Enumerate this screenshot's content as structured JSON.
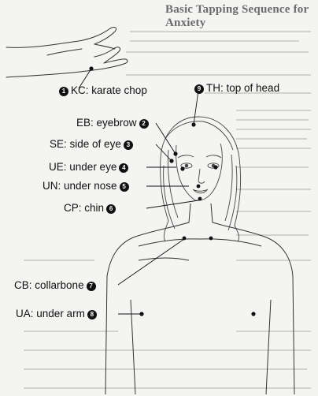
{
  "title": "Basic Tapping Sequence for Anxiety",
  "points": [
    {
      "num": "1",
      "code": "KC",
      "text": "karate chop"
    },
    {
      "num": "9",
      "code": "TH",
      "text": "top of head"
    },
    {
      "num": "2",
      "code": "EB",
      "text": "eyebrow"
    },
    {
      "num": "3",
      "code": "SE",
      "text": "side of eye"
    },
    {
      "num": "4",
      "code": "UE",
      "text": "under eye"
    },
    {
      "num": "5",
      "code": "UN",
      "text": "under nose"
    },
    {
      "num": "6",
      "code": "CP",
      "text": "chin"
    },
    {
      "num": "7",
      "code": "CB",
      "text": "collarbone"
    },
    {
      "num": "8",
      "code": "UA",
      "text": "under arm"
    }
  ],
  "colors": {
    "ink": "#111111",
    "background": "#f4f4f2",
    "bleed": "#c9c9c5"
  }
}
